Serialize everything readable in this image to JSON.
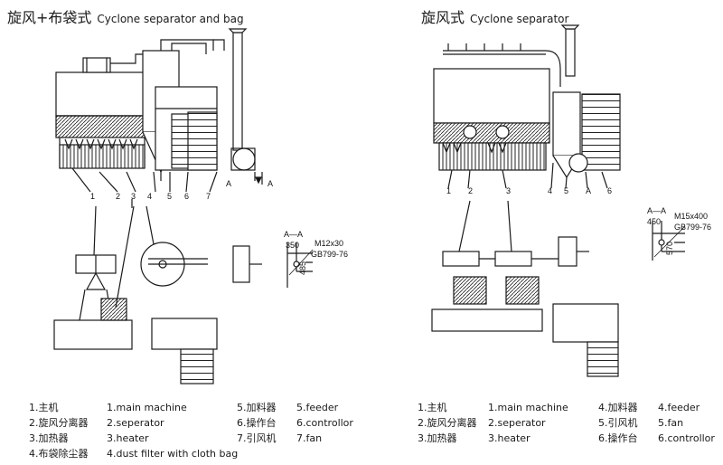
{
  "left": {
    "title_zh": "旋风+布袋式",
    "title_en": "Cyclone separator and bag",
    "callouts": [
      "1",
      "2",
      "3",
      "4",
      "5",
      "6",
      "7"
    ],
    "section": {
      "label": "A—A",
      "width": "350",
      "height": "485",
      "bolt": "M12x30",
      "standard": "GB799-76"
    },
    "section_mark": "A",
    "legend_zh": [
      "1.主机",
      "2.旋风分离器",
      "3.加热器",
      "4.布袋除尘器",
      "5.加料器",
      "6.操作台",
      "7.引风机"
    ],
    "legend_en": [
      "1.main machine",
      "2.seperator",
      "3.heater",
      "4.dust filter with cloth bag",
      "5.feeder",
      "6.controllor",
      "7.fan"
    ]
  },
  "right": {
    "title_zh": "旋风式",
    "title_en": "Cyclone separator",
    "callouts": [
      "1",
      "2",
      "3",
      "4",
      "5",
      "A",
      "6"
    ],
    "section": {
      "label": "A—A",
      "width": "450",
      "height": "570",
      "bolt": "M15x400",
      "standard": "GB799-76"
    },
    "legend_zh": [
      "1.主机",
      "2.旋风分离器",
      "3.加热器",
      "4.加料器",
      "5.引风机",
      "6.操作台"
    ],
    "legend_en": [
      "1.main machine",
      "2.seperator",
      "3.heater",
      "4.feeder",
      "5.fan",
      "6.controllor"
    ]
  }
}
